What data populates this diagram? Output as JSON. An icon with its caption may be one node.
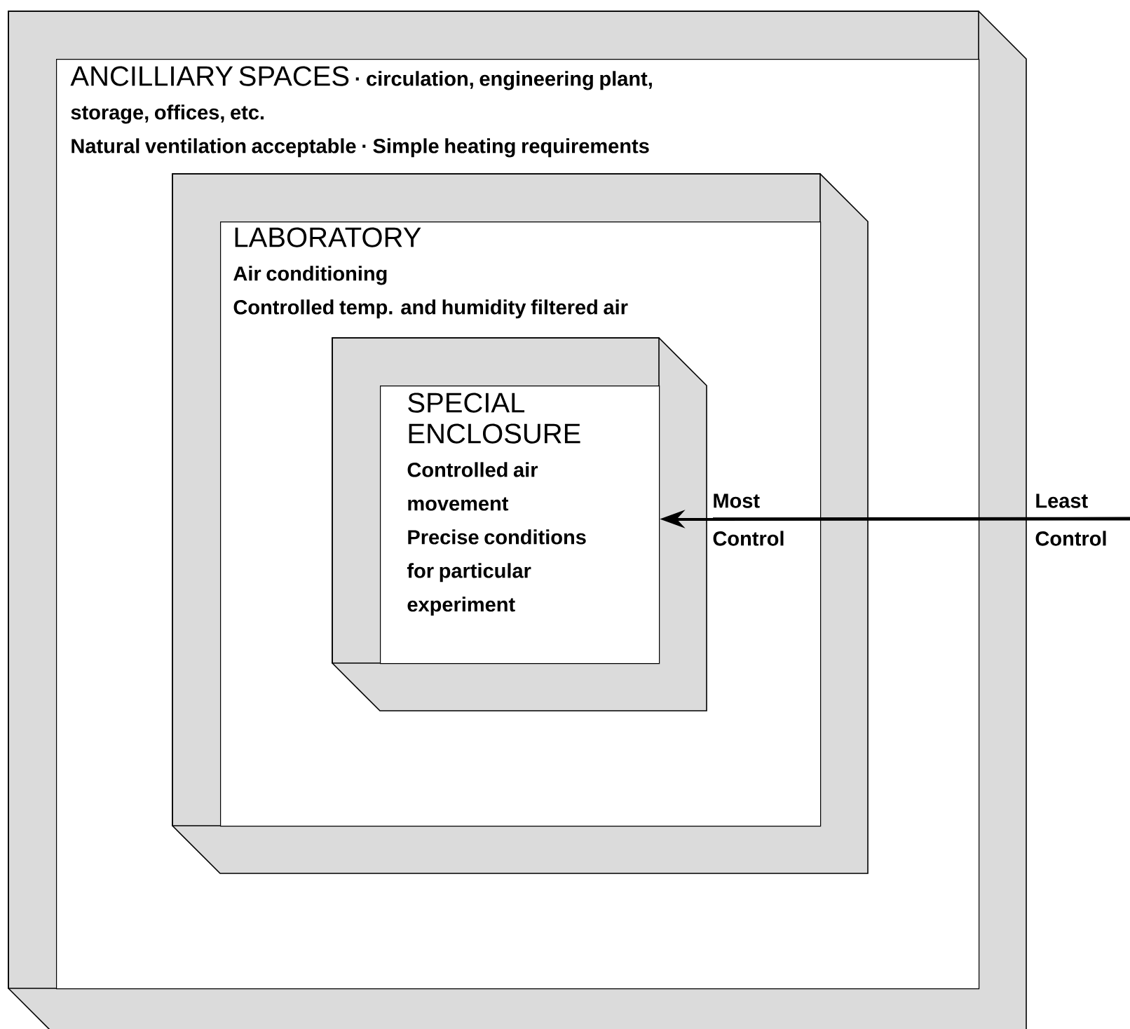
{
  "diagram": {
    "nodes": [
      {
        "text": [
          "ANCILLIARY SPACES",
          "· circulation, engineering plant, storage, offices, etc.",
          "Natural ventilation acceptable · Simple heating requirements"
        ]
      },
      {
        "text": [
          "LABORATORY",
          "Air conditioning",
          "Controlled temp. and humidity filtered air"
        ],
        "in": 0
      },
      {
        "text": [
          "SPECIAL ENCLOSURE",
          "Controlled air movement",
          "Precise conditions for particular experiment"
        ],
        "in": 1
      }
    ],
    "edges": [
      {
        "from": null,
        "to": 2,
        "arrow": "to"
      }
    ],
    "labels": [
      "Most Control",
      "Least Control"
    ]
  }
}
